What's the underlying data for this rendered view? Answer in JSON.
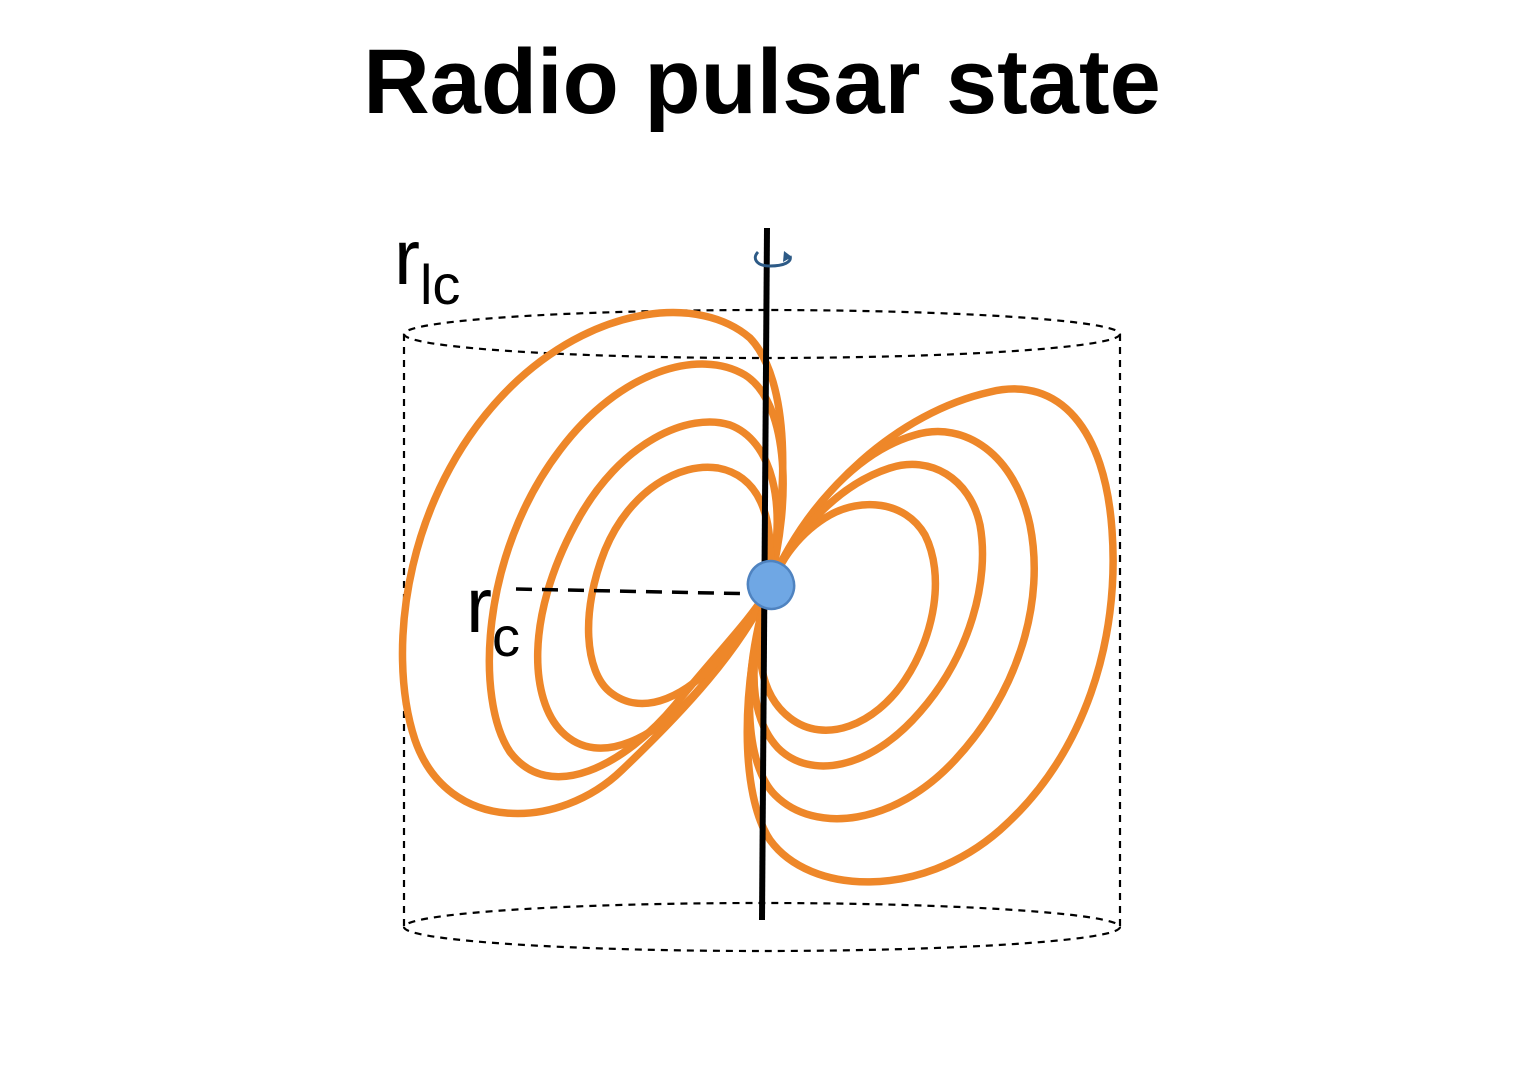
{
  "title": "Radio pulsar state",
  "labels": {
    "light_cylinder_main": "r",
    "light_cylinder_sub": "lc",
    "corotation_main": "r",
    "corotation_sub": "c"
  },
  "colors": {
    "field_lines": "#EE8729",
    "star_fill": "#6FA7E4",
    "star_stroke": "#4F83C0",
    "axis": "#000000",
    "cylinder": "#000000",
    "background": "#FFFFFF"
  },
  "icons": {
    "rotation": "rotation-arrow-icon"
  }
}
